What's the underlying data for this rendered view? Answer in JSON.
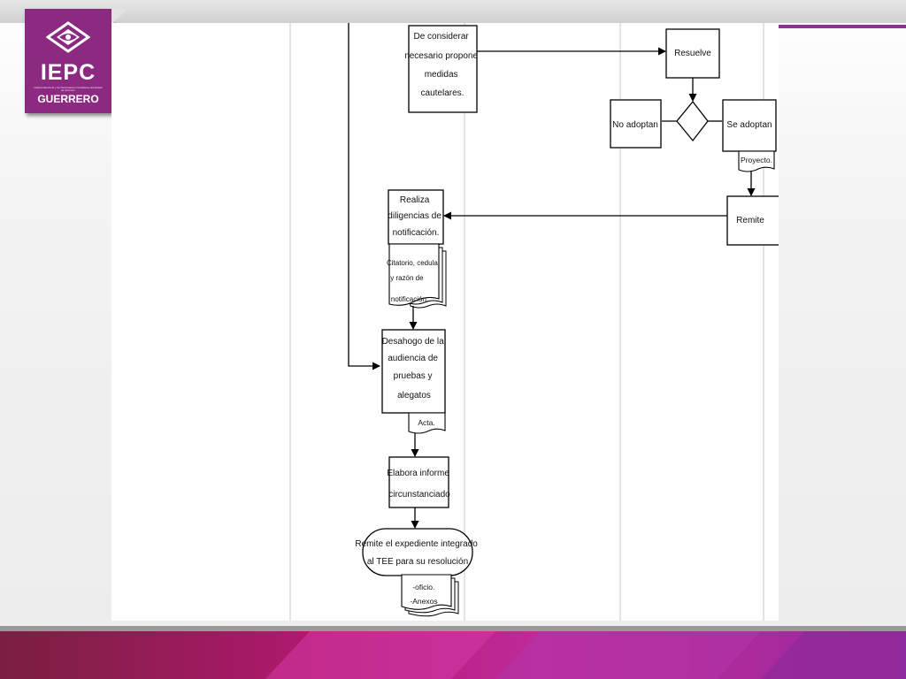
{
  "logo": {
    "title": "IEPC",
    "subtitle": "GUERRERO",
    "small_text": "Instituto Electoral y de Participación Ciudadana del Estado de Guerrero"
  },
  "colors": {
    "brand_purple": "#8c2a82",
    "accent_magenta": "#c0278f",
    "diagram_line": "#000000"
  },
  "diagram": {
    "nodes": {
      "n1": "De considerar necesario propone medidas cautelares.",
      "n2": "Resuelve",
      "n3": "No adoptan",
      "n4": "Se adoptan",
      "n5": "Proyecto.",
      "n6": "Remite",
      "n7": "Realiza diligencias de notificación.",
      "n8": "Citatorio, cedula y razón de notificación.",
      "n9": "Desahogo de la audiencia de pruebas y alegatos",
      "n10": "Acta.",
      "n11": "Elabora informe circunstanciado",
      "n12": "Remite el expediente integrado al TEE para su resolución",
      "n13": "-oficio. -Anexos"
    },
    "node_lines": {
      "n1": [
        "De considerar",
        "necesario propone",
        "medidas",
        "cautelares."
      ],
      "n7": [
        "Realiza",
        "diligencias de",
        "notificación."
      ],
      "n8": [
        "Citatorio, cedula",
        "y razón de",
        "notificación."
      ],
      "n9": [
        "Desahogo de la",
        "audiencia de",
        "pruebas y",
        "alegatos"
      ],
      "n11": [
        "Elabora informe",
        "circunstanciado"
      ],
      "n12": [
        "Remite el expediente integrado",
        "al TEE para su resolución"
      ],
      "n13": [
        "-oficio.",
        "-Anexos"
      ]
    }
  }
}
